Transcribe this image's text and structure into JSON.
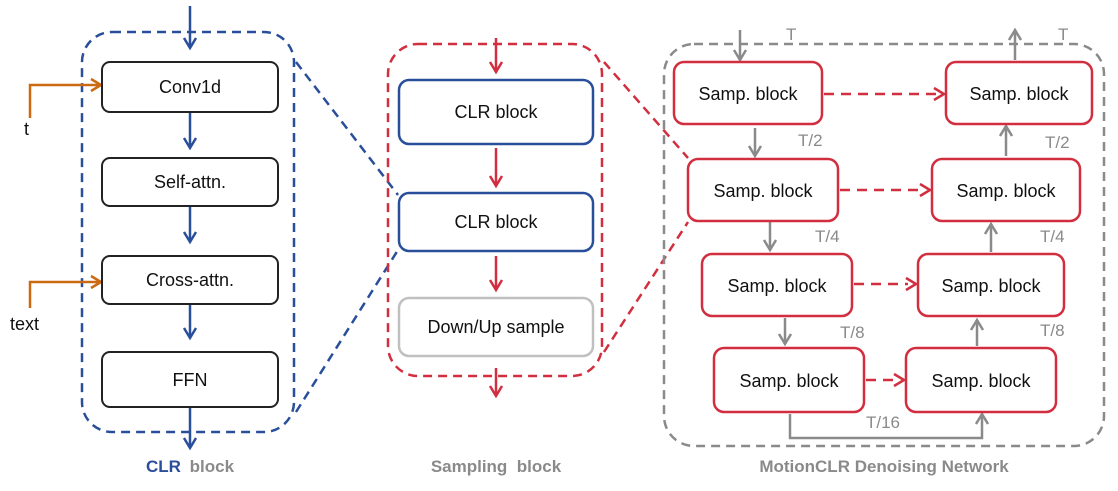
{
  "clr_block": {
    "inputs": {
      "t": "t",
      "text": "text"
    },
    "boxes": [
      "Conv1d",
      "Self-attn.",
      "Cross-attn.",
      "FFN"
    ],
    "caption_strong": "CLR",
    "caption_rest": "block"
  },
  "sampling_block": {
    "boxes": [
      "CLR block",
      "CLR block",
      "Down/Up sample"
    ],
    "caption": "Sampling  block"
  },
  "network": {
    "block_label": "Samp. block",
    "scales": [
      "T",
      "T/2",
      "T/4",
      "T/8",
      "T/16"
    ],
    "caption": "MotionCLR Denoising Network"
  },
  "colors": {
    "blue": "#2a4f9a",
    "red": "#d12f3f",
    "orange": "#cc6a14",
    "gray": "#8a8a8a",
    "light_gray": "#c0c0c0"
  }
}
